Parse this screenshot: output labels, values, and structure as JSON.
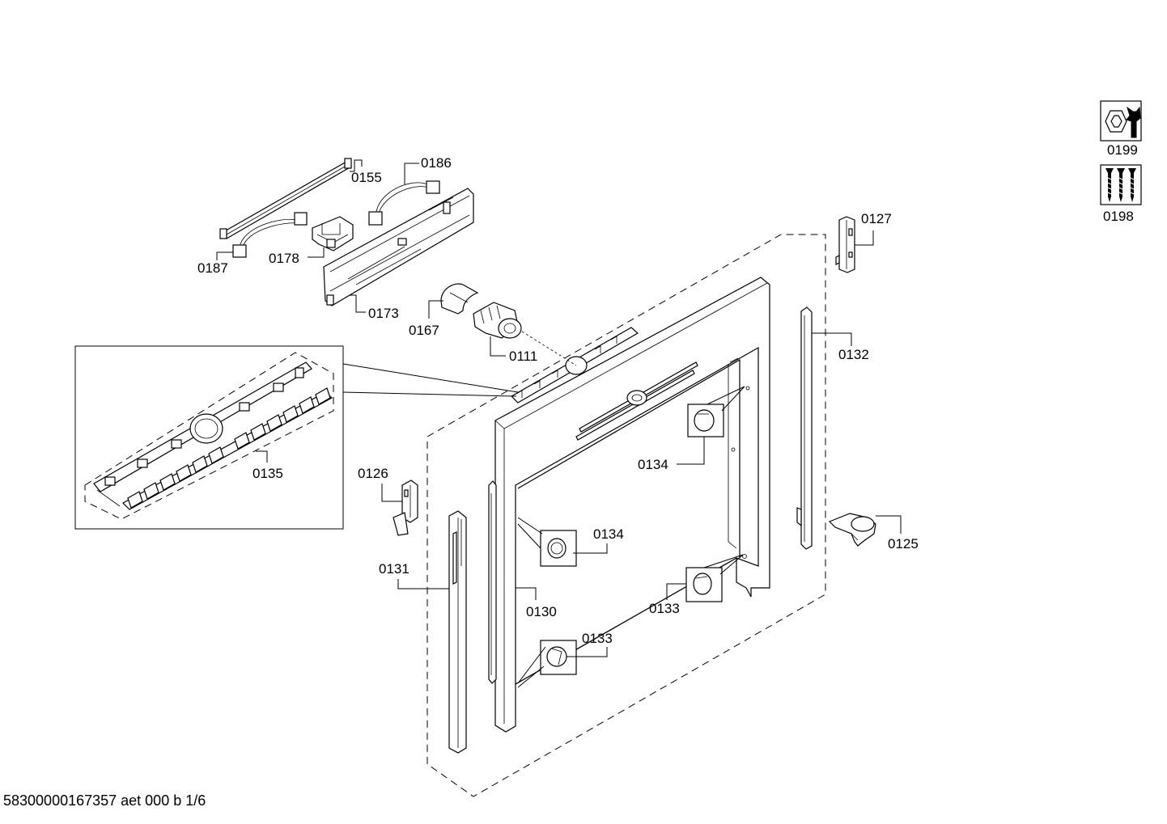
{
  "labels": {
    "p0199": "0199",
    "p0198": "0198",
    "p0155": "0155",
    "p0186": "0186",
    "p0187": "0187",
    "p0178": "0178",
    "p0173": "0173",
    "p0167": "0167",
    "p0111": "0111",
    "p0127": "0127",
    "p0132": "0132",
    "p0135": "0135",
    "p0126": "0126",
    "p0134a": "0134",
    "p0134b": "0134",
    "p0125": "0125",
    "p0131": "0131",
    "p0130": "0130",
    "p0133a": "0133",
    "p0133b": "0133"
  },
  "footer": {
    "doc_code": "58300000167357 aet 000 b 1/6"
  },
  "icons": {
    "tool": "wrench-nut-icon",
    "screws": "screws-icon"
  }
}
